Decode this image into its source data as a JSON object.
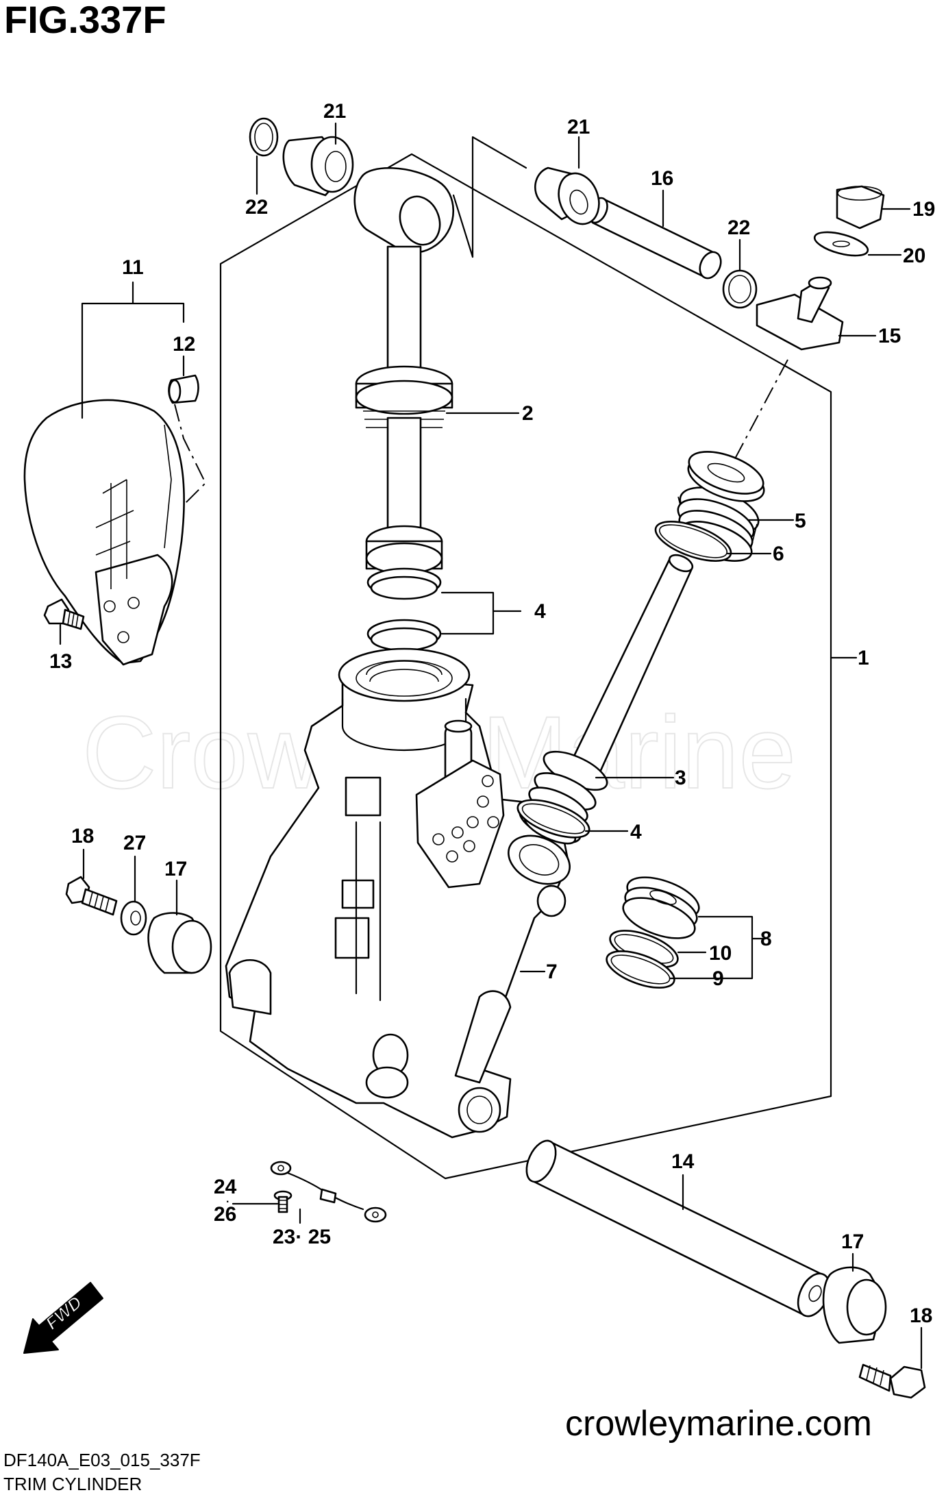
{
  "figure": {
    "title": "FIG.337F",
    "code": "DF140A_E03_015_337F",
    "caption": "TRIM CYLINDER",
    "website": "crowleymarine.com",
    "watermark": "Crowley Marine",
    "fwd_label": "FWD"
  },
  "callouts": [
    {
      "id": "1",
      "label": "1"
    },
    {
      "id": "2",
      "label": "2"
    },
    {
      "id": "3",
      "label": "3"
    },
    {
      "id": "4a",
      "label": "4"
    },
    {
      "id": "4b",
      "label": "4"
    },
    {
      "id": "5",
      "label": "5"
    },
    {
      "id": "6",
      "label": "6"
    },
    {
      "id": "7",
      "label": "7"
    },
    {
      "id": "8",
      "label": "8"
    },
    {
      "id": "9",
      "label": "9"
    },
    {
      "id": "10",
      "label": "10"
    },
    {
      "id": "11",
      "label": "11"
    },
    {
      "id": "12",
      "label": "12"
    },
    {
      "id": "13",
      "label": "13"
    },
    {
      "id": "14",
      "label": "14"
    },
    {
      "id": "15",
      "label": "15"
    },
    {
      "id": "16",
      "label": "16"
    },
    {
      "id": "17a",
      "label": "17"
    },
    {
      "id": "17b",
      "label": "17"
    },
    {
      "id": "18a",
      "label": "18"
    },
    {
      "id": "18b",
      "label": "18"
    },
    {
      "id": "19",
      "label": "19"
    },
    {
      "id": "20",
      "label": "20"
    },
    {
      "id": "21a",
      "label": "21"
    },
    {
      "id": "21b",
      "label": "21"
    },
    {
      "id": "22a",
      "label": "22"
    },
    {
      "id": "22b",
      "label": "22"
    },
    {
      "id": "24_26",
      "label_top": "24",
      "label_bottom": "26"
    },
    {
      "id": "23_25",
      "label": "23· 25"
    },
    {
      "id": "27",
      "label": "27"
    }
  ]
}
